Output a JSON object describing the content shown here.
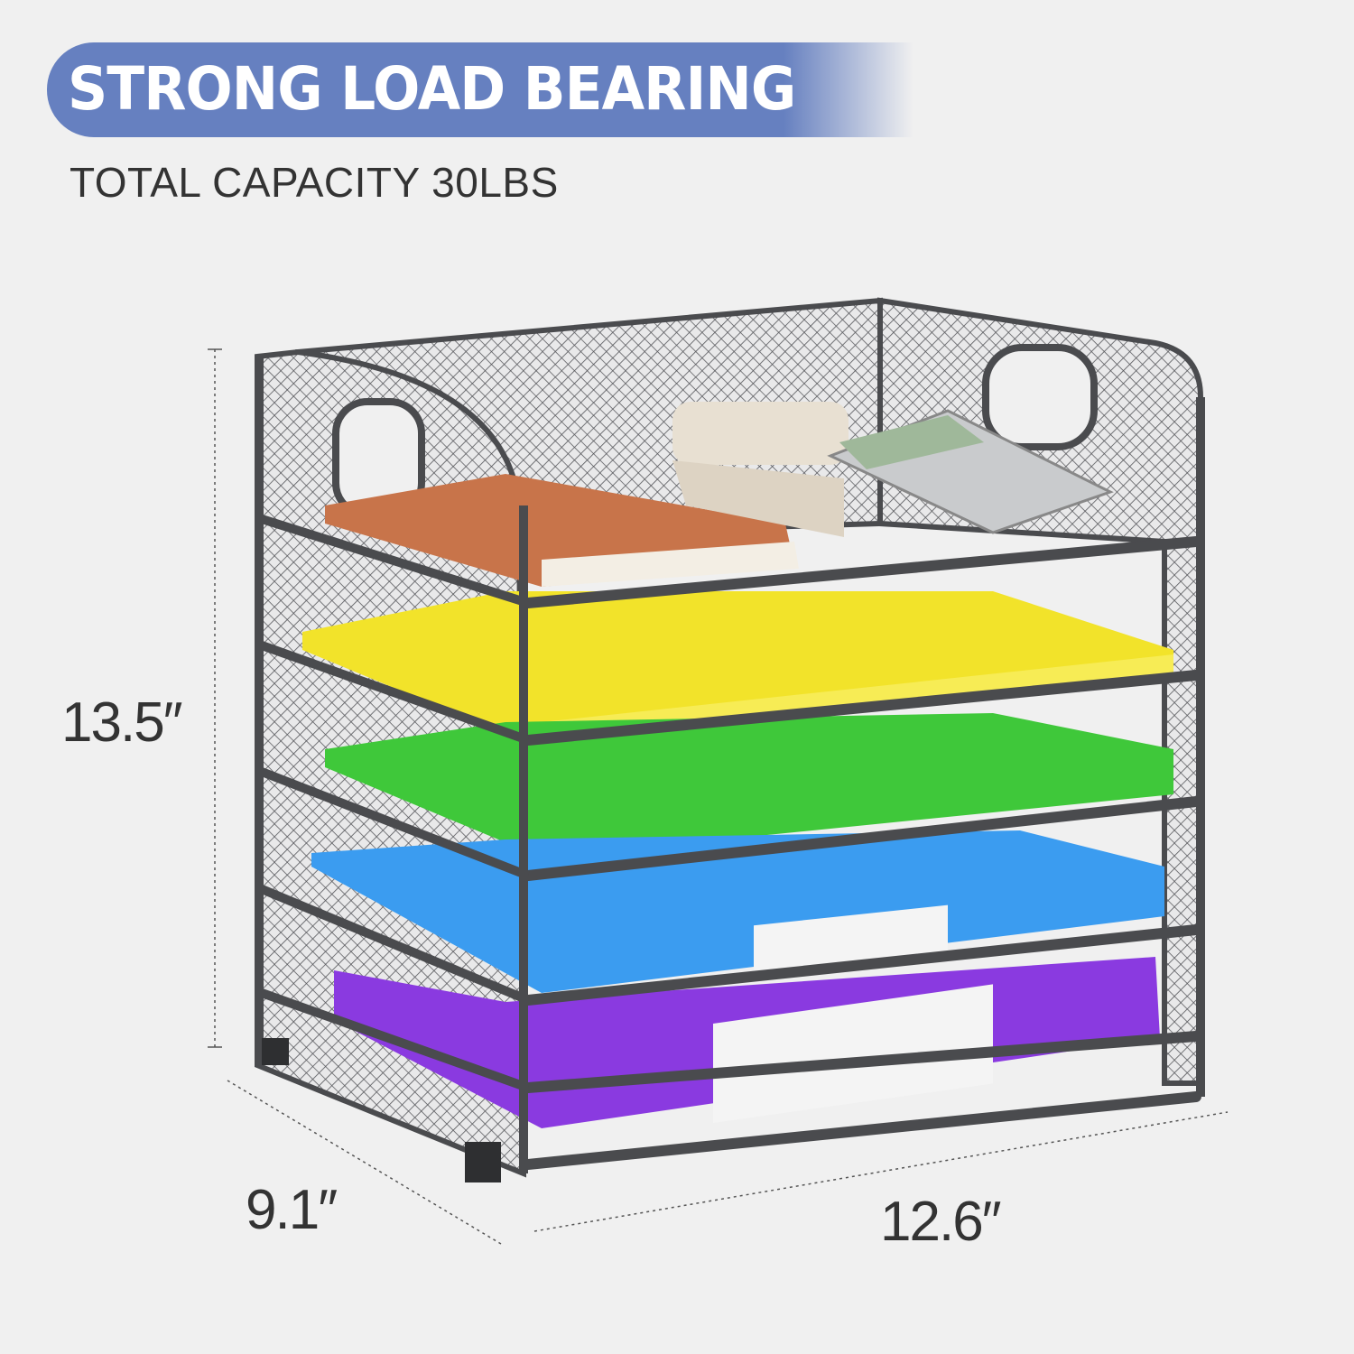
{
  "header": {
    "title": "STRONG LOAD BEARING",
    "subtitle": "TOTAL CAPACITY 30LBS"
  },
  "dimensions": {
    "height": "13.5″",
    "depth": "9.1″",
    "width": "12.6″"
  },
  "colors": {
    "background": "#f0f0f0",
    "banner": "#6680c0",
    "frame": "#4a4b4e",
    "book_orange": "#c8744a",
    "book_yellow": "#f2e32a",
    "book_green": "#3fc83a",
    "book_blue": "#3b9cf0",
    "book_purple": "#8a3ae0"
  }
}
